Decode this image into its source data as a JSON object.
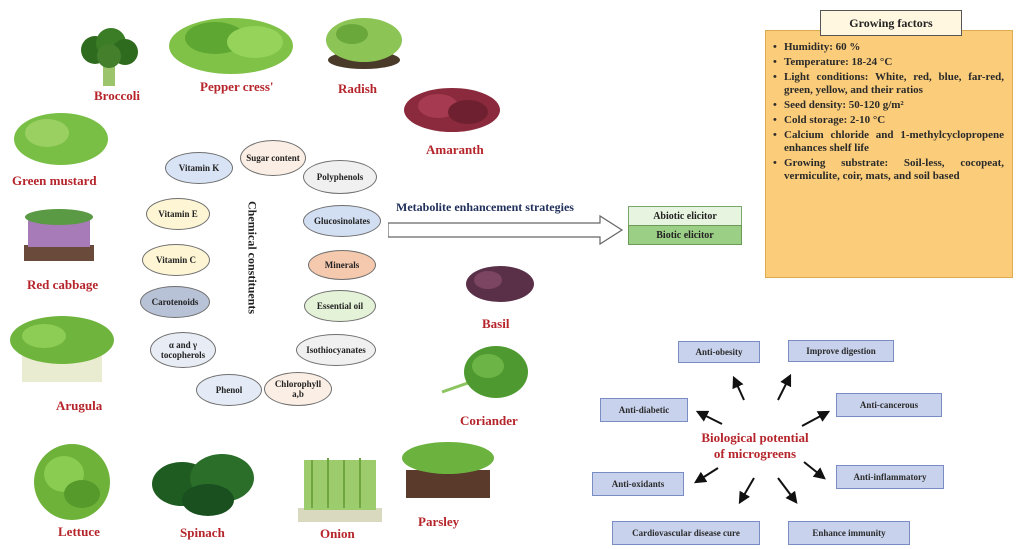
{
  "plants": {
    "broccoli": "Broccoli",
    "pepper_cress": "Pepper cress'",
    "radish": "Radish",
    "amaranth": "Amaranth",
    "green_mustard": "Green mustard",
    "red_cabbage": "Red cabbage",
    "arugula": "Arugula",
    "basil": "Basil",
    "coriander": "Coriander",
    "lettuce": "Lettuce",
    "spinach": "Spinach",
    "onion": "Onion",
    "parsley": "Parsley"
  },
  "constituents": {
    "center_label": "Chemical constituents",
    "vitamin_k": "Vitamin K",
    "sugar_content": "Sugar content",
    "polyphenols": "Polyphenols",
    "vitamin_e": "Vitamin E",
    "glucosinolates": "Glucosinolates",
    "vitamin_c": "Vitamin C",
    "minerals": "Minerals",
    "carotenoids": "Carotenoids",
    "essential_oil": "Essential oil",
    "tocopherols": "α and γ tocopherols",
    "isothiocyanates": "Isothiocyanates",
    "phenol": "Phenol",
    "chlorophyll": "Chlorophyll a,b"
  },
  "strategy": {
    "label": "Metabolite enhancement strategies",
    "abiotic": "Abiotic elicitor",
    "biotic": "Biotic elicitor"
  },
  "growing_factors": {
    "title": "Growing factors",
    "items": [
      "Humidity: 60 %",
      "Temperature: 18-24 °C",
      "Light conditions: White, red, blue, far-red, green, yellow, and their ratios",
      "Seed density: 50-120 g/m²",
      "Cold storage: 2-10 °C",
      "Calcium chloride and 1-methylcyclopropene enhances shelf life",
      "Growing substrate: Soil-less, cocopeat, vermiculite, coir, mats, and soil based"
    ]
  },
  "biological": {
    "center": "Biological potential of microgreens",
    "anti_obesity": "Anti-obesity",
    "improve_digestion": "Improve digestion",
    "anti_diabetic": "Anti-diabetic",
    "anti_cancerous": "Anti-cancerous",
    "anti_inflammatory": "Anti-inflammatory",
    "anti_oxidants": "Anti-oxidants",
    "cardiovascular": "Cardiovascular disease cure",
    "enhance_immunity": "Enhance immunity"
  },
  "colors": {
    "label_red": "#b5252b",
    "growing_factors_bg": "#fbcd7a",
    "bio_box": "#c8d2ec",
    "abiotic_box": "#e7f4df",
    "biotic_box": "#9ccf86"
  }
}
